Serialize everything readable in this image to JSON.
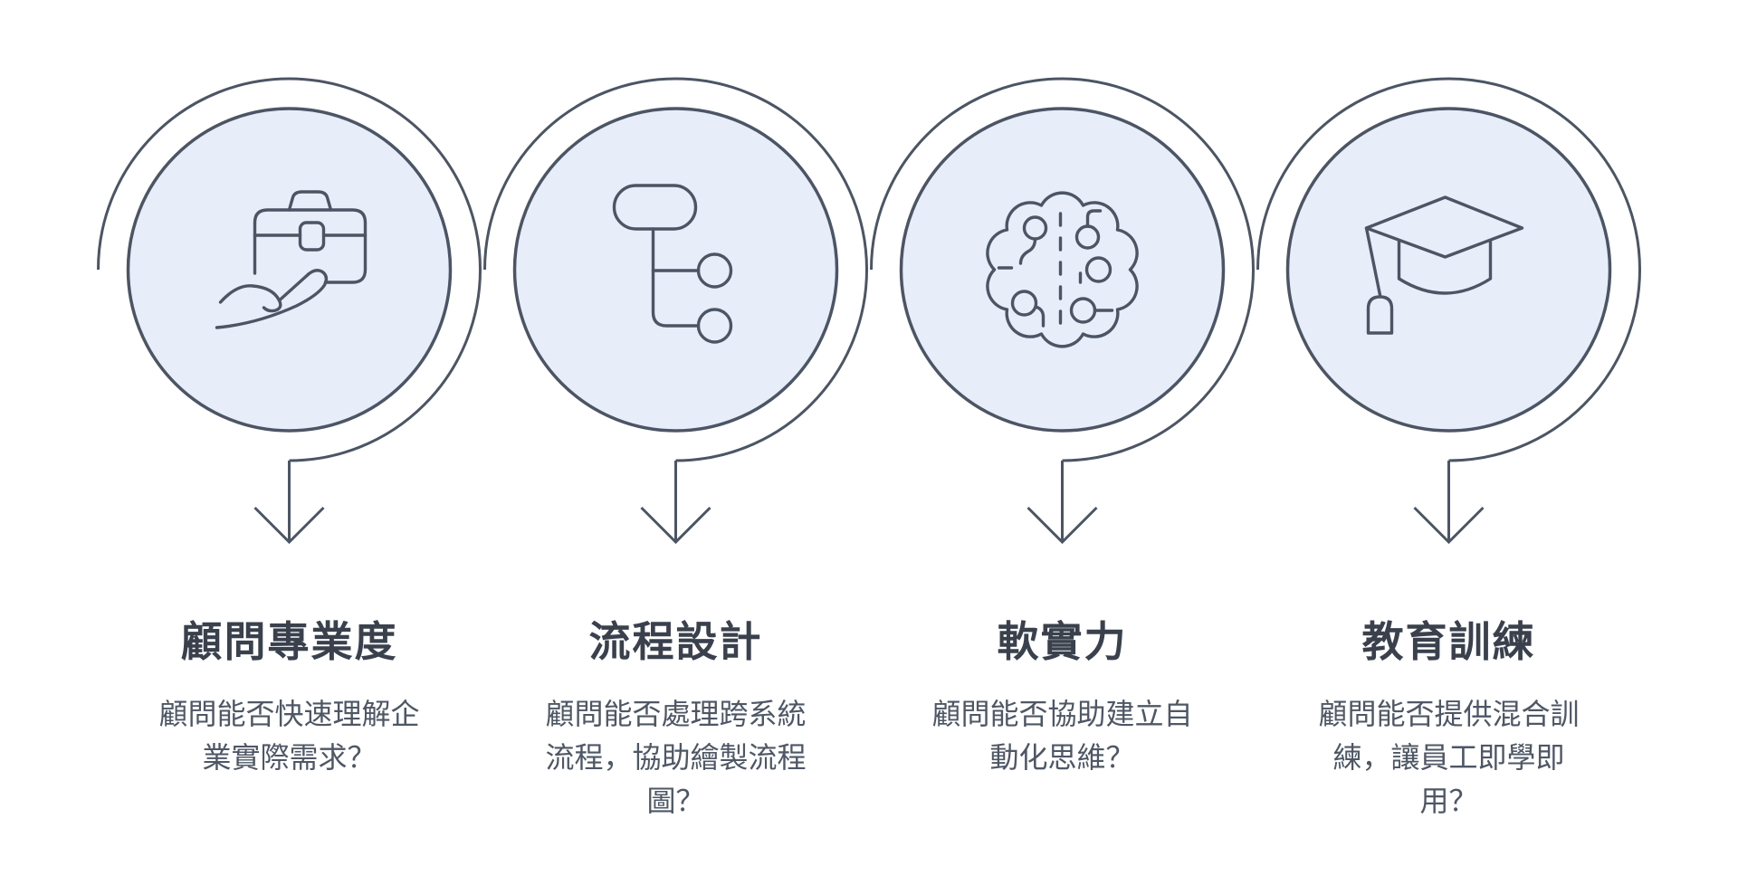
{
  "colors": {
    "background": "#ffffff",
    "circle_fill": "#e8edfa",
    "line": "#4c5564",
    "title_text": "#3a414d",
    "desc_text": "#4e5765"
  },
  "steps": [
    {
      "icon": "briefcase-hand-icon",
      "title": "顧問專業度",
      "description": "顧問能否快速理解企業實際需求？"
    },
    {
      "icon": "flowchart-icon",
      "title": "流程設計",
      "description": "顧問能否處理跨系統流程，協助繪製流程圖？"
    },
    {
      "icon": "ai-brain-icon",
      "title": "軟實力",
      "description": "顧問能否協助建立自動化思維？"
    },
    {
      "icon": "graduation-cap-icon",
      "title": "教育訓練",
      "description": "顧問能否提供混合訓練，讓員工即學即用？"
    }
  ]
}
